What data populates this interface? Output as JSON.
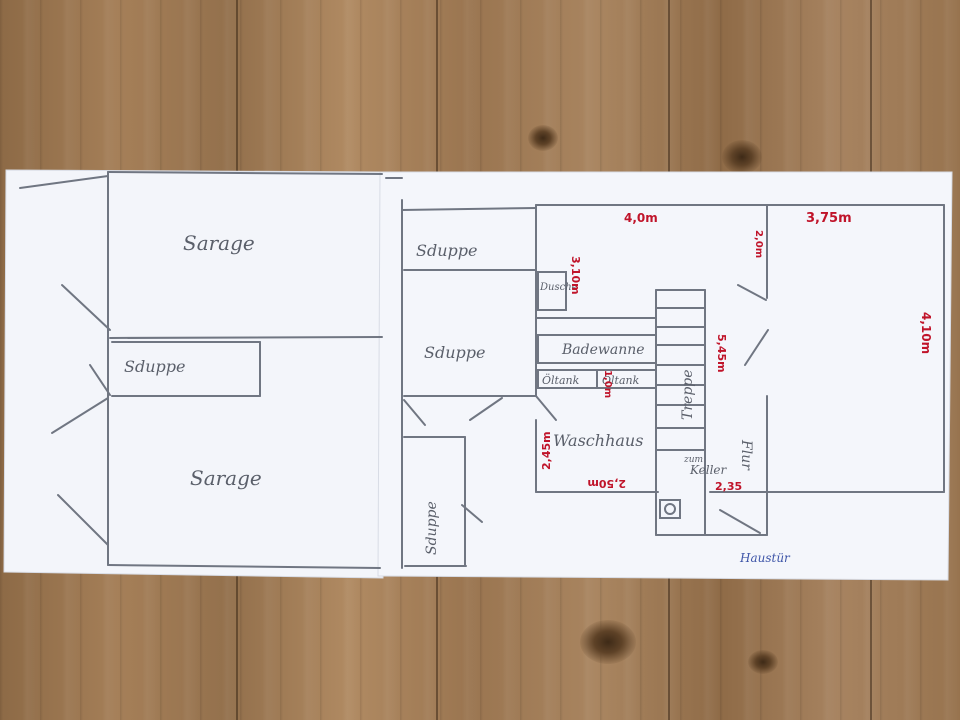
{
  "labels": {
    "garage_top": "Sarage",
    "garage_bottom": "Sarage",
    "shed_left": "Sduppe",
    "shed_top_mid": "Sduppe",
    "shed_mid": "Sduppe",
    "shed_bottom": "Sduppe",
    "shower": "Dusche",
    "bathtub": "Badewanne",
    "oil_tank_1": "Öltank",
    "oil_tank_2": "Öltank",
    "stairs": "Treppe",
    "laundry": "Waschhaus",
    "hall": "Flur",
    "cellar_1": "zum",
    "cellar_2": "Keller",
    "front_door": "Haustür"
  },
  "dimensions": {
    "width_left_room": "4,0m",
    "width_right_room": "3,75m",
    "height_right_room": "4,10m",
    "height_shower": "3,10m",
    "wall_small": "2,0m",
    "stairs_length": "5,45m",
    "oil_tank_h": "1,0m",
    "laundry_h": "2,45m",
    "laundry_w": "2,50m",
    "hall_w": "2,35"
  }
}
